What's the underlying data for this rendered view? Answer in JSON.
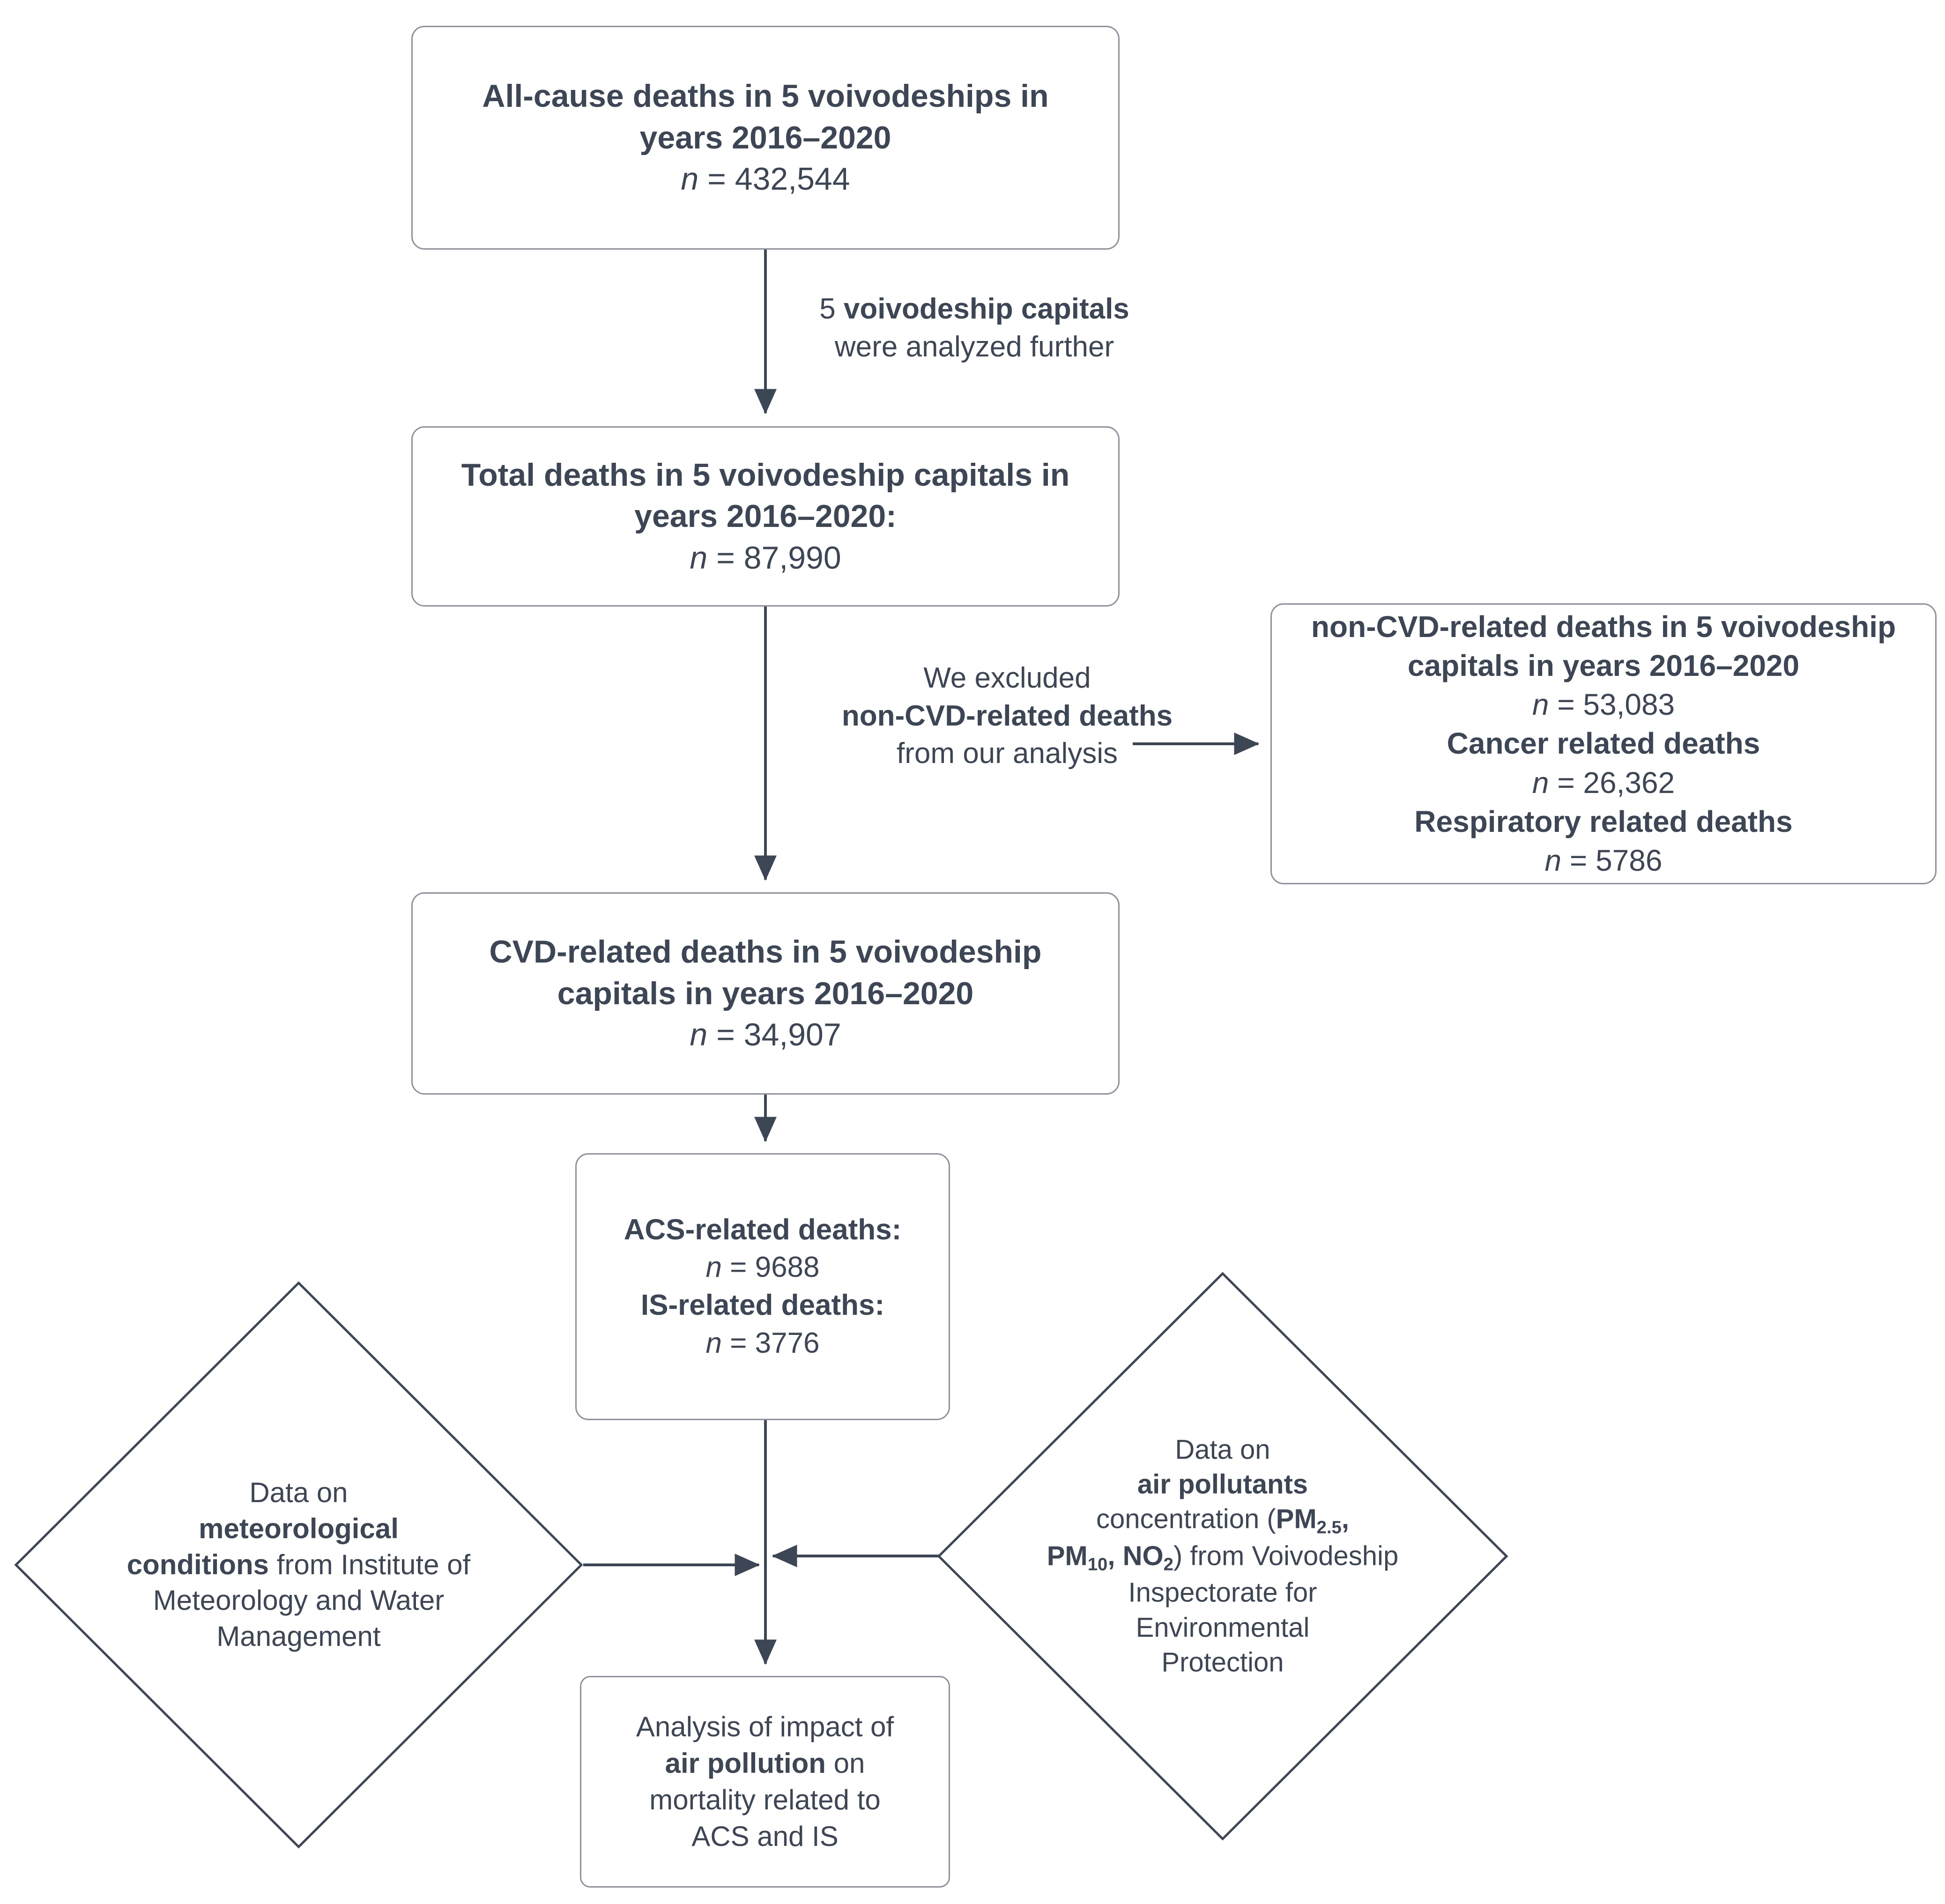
{
  "theme": {
    "text_color": "#3d4654",
    "border_color": "#8c929c",
    "connector_color": "#3d4654",
    "background": "#ffffff"
  },
  "nodes": {
    "all_cause": {
      "line1": "All-cause deaths in 5 voivodeships in",
      "line2": "years 2016–2020",
      "n_label": "n",
      "n_value": " = 432,544"
    },
    "total_capitals": {
      "line1": "Total deaths in 5 voivodeship capitals in",
      "line2": "years 2016–2020:",
      "n_label": "n",
      "n_value": " = 87,990"
    },
    "non_cvd": {
      "line1": "non-CVD-related deaths in 5 voivodeship",
      "line2": "capitals in years 2016–2020",
      "n_label_1": "n",
      "n_value_1": " = 53,083",
      "line3": "Cancer related deaths",
      "n_label_2": "n",
      "n_value_2": " = 26,362",
      "line4": "Respiratory related deaths",
      "n_label_3": "n",
      "n_value_3": " = 5786"
    },
    "cvd": {
      "line1": "CVD-related deaths in 5 voivodeship",
      "line2": "capitals in years 2016–2020",
      "n_label": "n",
      "n_value": " = 34,907"
    },
    "acs_is": {
      "line1": "ACS-related deaths:",
      "n_label_1": "n",
      "n_value_1": " = 9688",
      "line2": "IS-related deaths:",
      "n_label_2": "n",
      "n_value_2": " = 3776"
    },
    "analysis": {
      "line1": "Analysis of impact of",
      "bold1": "air pollution",
      "rest1": " on",
      "line3": "mortality related to",
      "line4": "ACS and IS"
    }
  },
  "diamonds": {
    "meteorological": {
      "line1": "Data on",
      "bold1": "meteorological",
      "bold2": "conditions",
      "rest2": " from Institute of",
      "line3": "Meteorology and Water",
      "line4": "Management"
    },
    "pollutants": {
      "line1": "Data on",
      "bold1": "air pollutants",
      "line3_pre": "concentration (",
      "line3_b1": "PM",
      "line3_b1_sub": "2.5",
      "line3_b1_post": ",",
      "line4_b1": "PM",
      "line4_b1_sub": "10",
      "line4_b1_post": ", ",
      "line4_b2": "NO",
      "line4_b2_sub": "2",
      "line4_rest": ") from Voivodeship",
      "line5": "Inspectorate for",
      "line6": "Environmental",
      "line7": "Protection"
    }
  },
  "edge_labels": {
    "capitals": {
      "pre": "5 ",
      "bold": "voivodeship capitals",
      "line2": "were analyzed further"
    },
    "excluded": {
      "line1": "We excluded",
      "bold": "non-CVD-related deaths",
      "line3": "from our analysis"
    }
  }
}
